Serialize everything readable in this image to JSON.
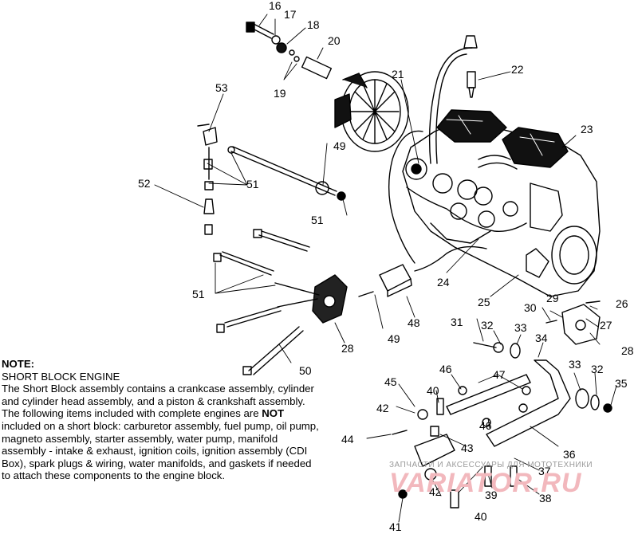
{
  "note": {
    "heading": "NOTE:",
    "subheading": "SHORT BLOCK ENGINE",
    "body_before": "The Short Block assembly contains a crankcase assembly, cylinder and cylinder head assembly, and a piston & crankshaft assembly. The following items included with complete engines are ",
    "body_bold": "NOT",
    "body_after": " included on a short block: carburetor assembly, fuel pump, oil pump, magneto assembly, starter assembly, water pump, manifold assembly - intake & exhaust, ignition coils, ignition assembly (CDI Box), spark plugs & wiring, water manifolds, and gaskets if needed to attach these components to the engine block."
  },
  "callouts": [
    "16",
    "17",
    "18",
    "19",
    "20",
    "21",
    "22",
    "23",
    "24",
    "25",
    "26",
    "27",
    "28",
    "28",
    "29",
    "30",
    "31",
    "32",
    "32",
    "33",
    "33",
    "34",
    "35",
    "36",
    "37",
    "38",
    "39",
    "40",
    "40",
    "41",
    "42",
    "42",
    "43",
    "44",
    "45",
    "46",
    "46",
    "47",
    "48",
    "49",
    "49",
    "50",
    "51",
    "51",
    "51",
    "52",
    "53"
  ],
  "watermark": {
    "tagline": "ЗАПЧАСТИ И АКСЕССУАРЫ ДЛЯ МОТОТЕХНИКИ",
    "brand": "VARIATOR.RU"
  }
}
